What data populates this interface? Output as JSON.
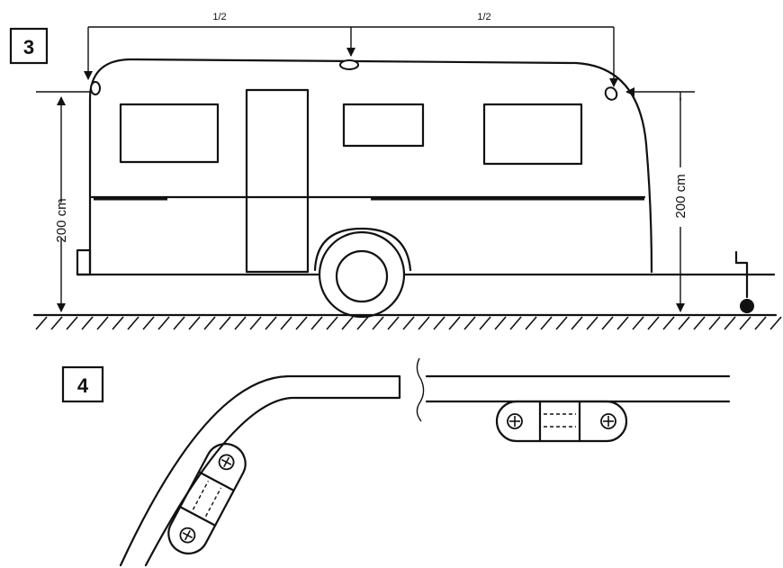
{
  "figure3": {
    "number": "3",
    "top_left_fraction": "1/2",
    "top_right_fraction": "1/2",
    "left_height": "200 cm",
    "right_height": "200 cm"
  },
  "figure4": {
    "number": "4"
  }
}
